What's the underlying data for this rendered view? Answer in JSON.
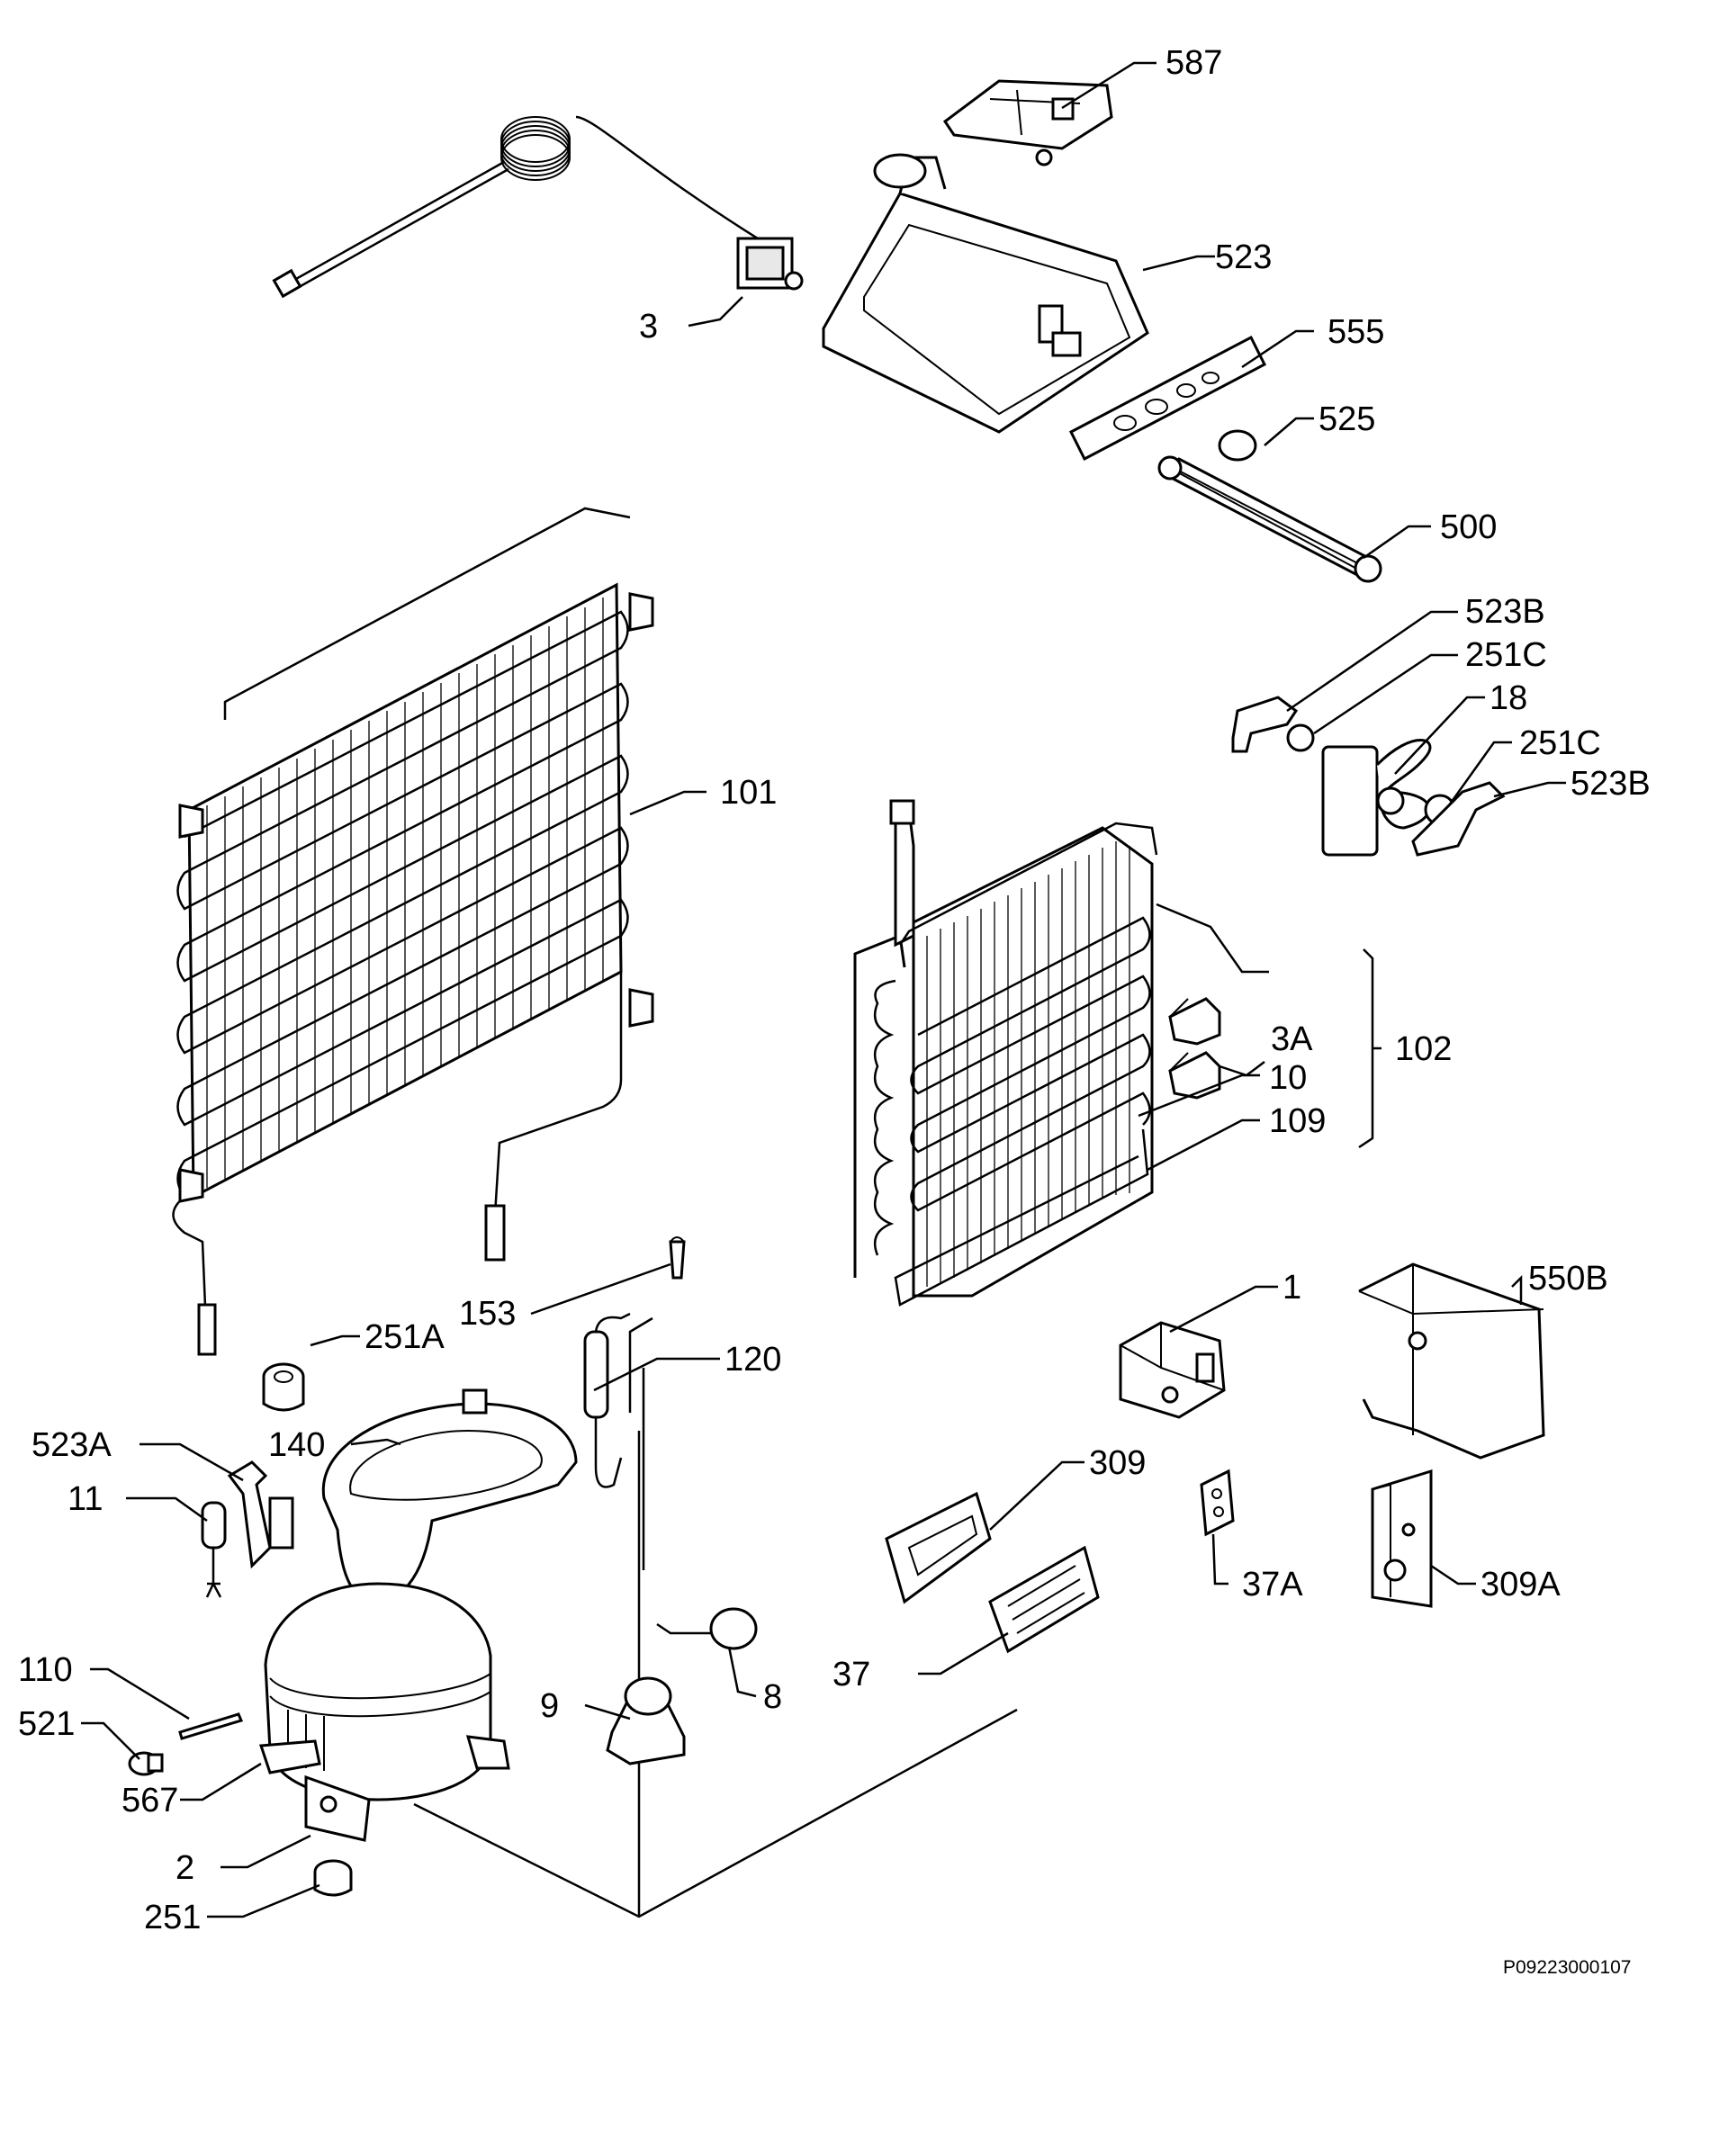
{
  "labels": {
    "l587": "587",
    "l523": "523",
    "l3": "3",
    "l555": "555",
    "l525": "525",
    "l500": "500",
    "l523b_top": "523B",
    "l251c_top": "251C",
    "l18": "18",
    "l251c_bottom": "251C",
    "l523b_bottom": "523B",
    "l101": "101",
    "l3a": "3A",
    "l102": "102",
    "l10": "10",
    "l109": "109",
    "l1": "1",
    "l550b": "550B",
    "l153": "153",
    "l251a": "251A",
    "l120": "120",
    "l523a": "523A",
    "l140": "140",
    "l11": "11",
    "l309": "309",
    "l37a": "37A",
    "l309a": "309A",
    "l9": "9",
    "l8": "8",
    "l37": "37",
    "l110": "110",
    "l521": "521",
    "l567": "567",
    "l2": "2",
    "l251": "251"
  },
  "drawing_code": "P09223000107"
}
